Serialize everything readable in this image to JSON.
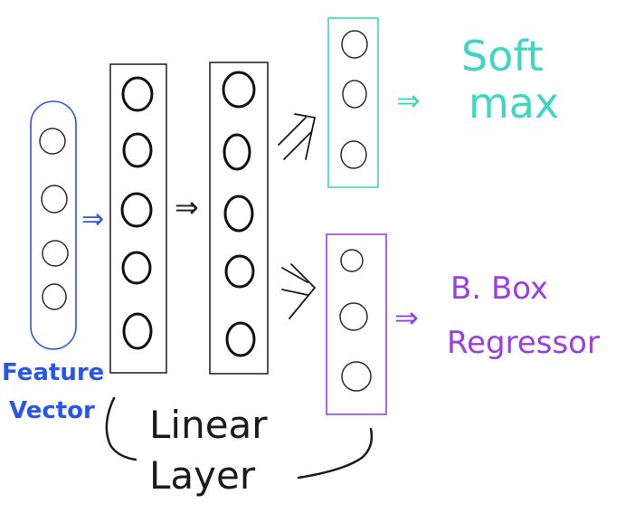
{
  "labels": {
    "feature_vector": [
      "Feature",
      "Vector"
    ],
    "linear_layer": [
      "Linear",
      "Layer"
    ],
    "softmax": [
      "Soft",
      "max"
    ],
    "bbox_regressor": [
      "B. Box",
      "Regressor"
    ]
  },
  "arrow_symbol": "⇒",
  "colors": {
    "feature": "#2a56e8",
    "ink": "#1a1a1a",
    "softmax": "#3fd6c4",
    "bbox": "#9a3fe0",
    "node": "#2b2b2b"
  }
}
